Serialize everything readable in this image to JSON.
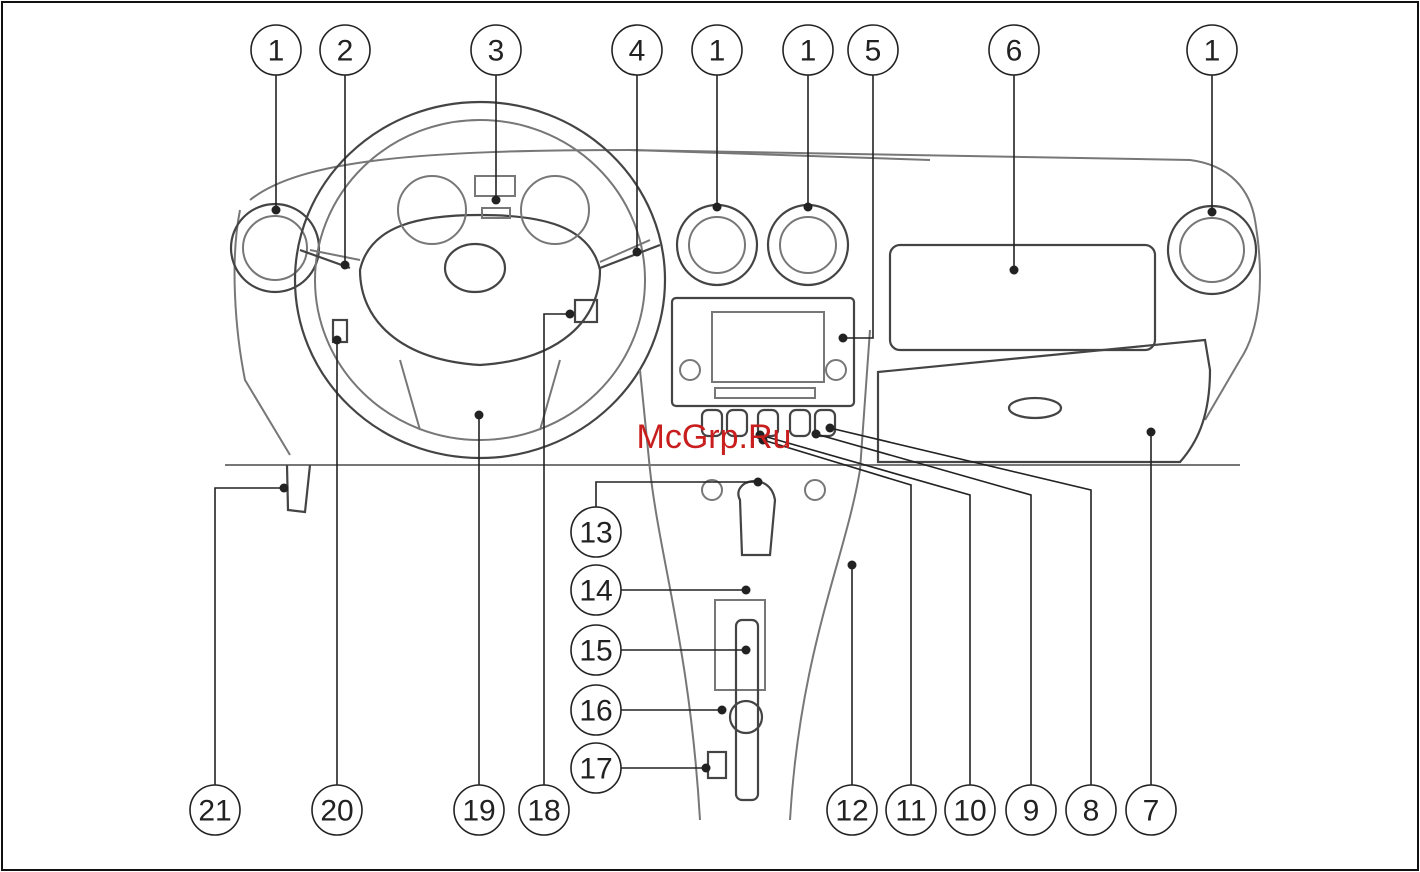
{
  "watermark": "McGrp.Ru",
  "callouts": [
    {
      "label": "1"
    },
    {
      "label": "2"
    },
    {
      "label": "3"
    },
    {
      "label": "4"
    },
    {
      "label": "1"
    },
    {
      "label": "1"
    },
    {
      "label": "5"
    },
    {
      "label": "6"
    },
    {
      "label": "1"
    },
    {
      "label": "13"
    },
    {
      "label": "14"
    },
    {
      "label": "15"
    },
    {
      "label": "16"
    },
    {
      "label": "17"
    },
    {
      "label": "21"
    },
    {
      "label": "20"
    },
    {
      "label": "19"
    },
    {
      "label": "18"
    },
    {
      "label": "12"
    },
    {
      "label": "11"
    },
    {
      "label": "10"
    },
    {
      "label": "9"
    },
    {
      "label": "8"
    },
    {
      "label": "7"
    }
  ]
}
